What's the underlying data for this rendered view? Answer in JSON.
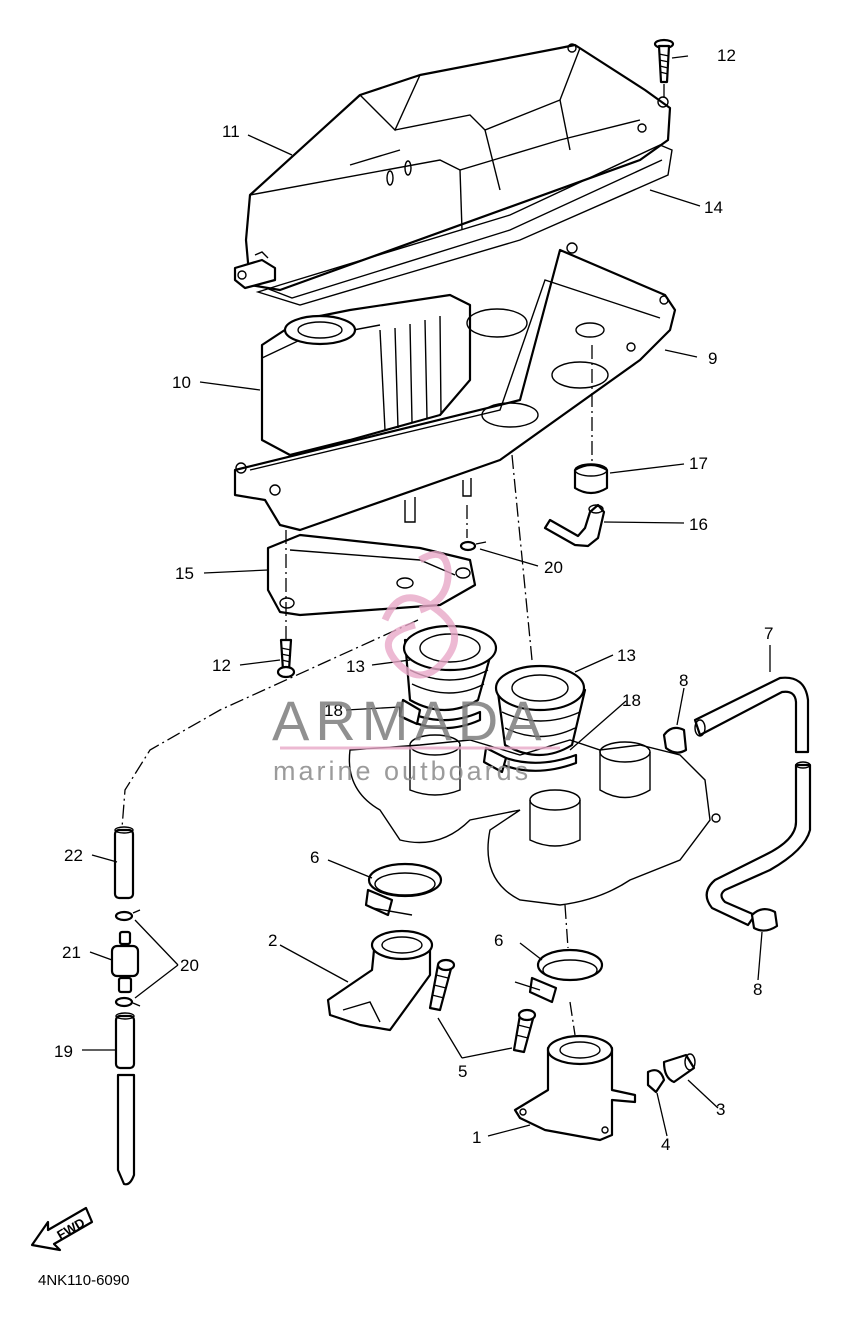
{
  "watermark": {
    "brand": "ARMADA",
    "tagline": "marine outboards",
    "accent_color": "#e8a8c8"
  },
  "direction_marker": "FWD",
  "drawing_code": "4NK110-6090",
  "callouts": {
    "c12a": "12",
    "c11": "11",
    "c14": "14",
    "c9": "9",
    "c10": "10",
    "c17": "17",
    "c16": "16",
    "c20a": "20",
    "c15": "15",
    "c12b": "12",
    "c13a": "13",
    "c13b": "13",
    "c7": "7",
    "c8a": "8",
    "c18a": "18",
    "c18b": "18",
    "c22": "22",
    "c6a": "6",
    "c21": "21",
    "c20b": "20",
    "c2": "2",
    "c6b": "6",
    "c8b": "8",
    "c19": "19",
    "c5": "5",
    "c3": "3",
    "c4": "4",
    "c1": "1"
  }
}
